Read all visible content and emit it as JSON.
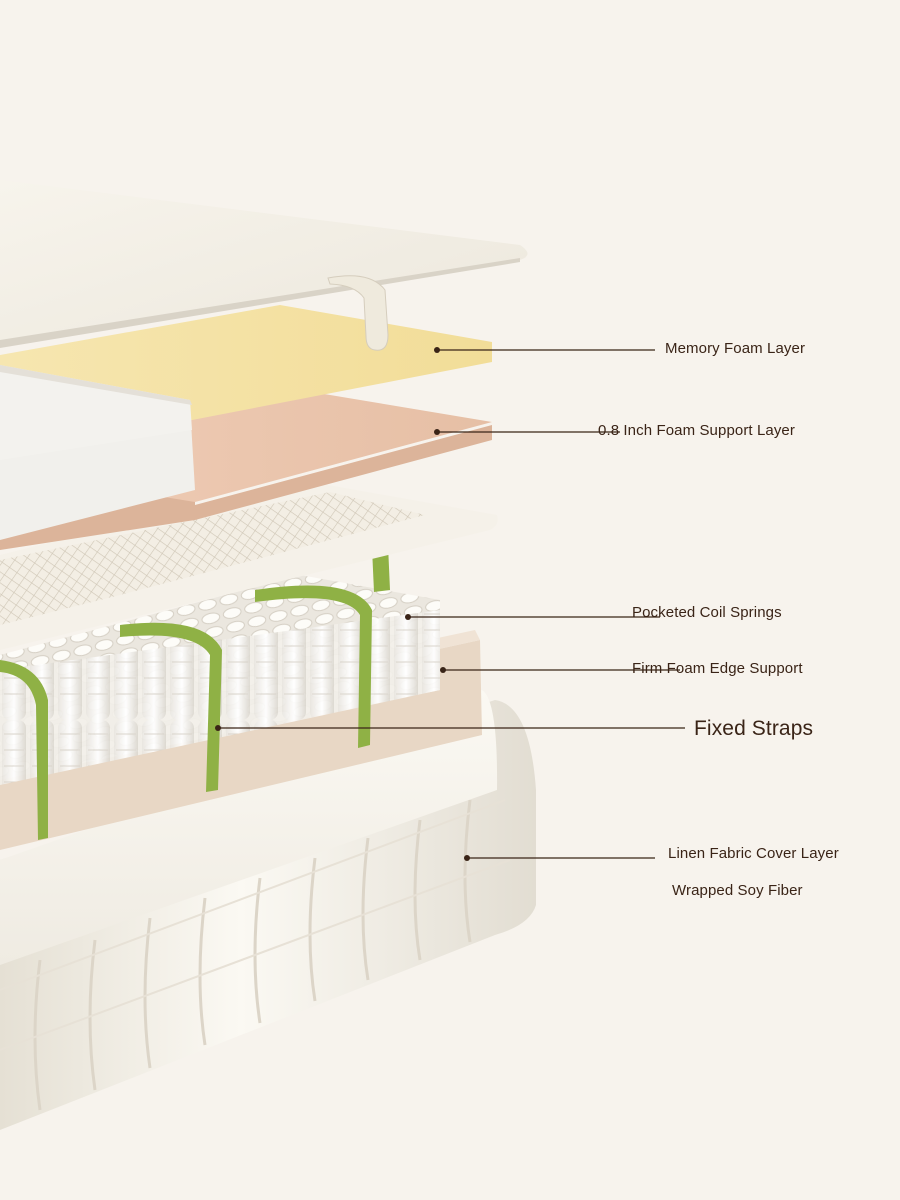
{
  "colors": {
    "background": "#f7f3ed",
    "label_text": "#3a2417",
    "leader_line": "#3a2417",
    "memory_foam": "#f1e0a4",
    "support_foam": "#e7c3ab",
    "mesh": "#efe9de",
    "strap": "#8fb145",
    "edge_foam": "#e8d6c4",
    "cover": "#f4f1e9"
  },
  "labels": {
    "memory_foam": "Memory Foam Layer",
    "support_foam": "0.8 Inch Foam Support Layer",
    "coil_springs": "Pocketed Coil Springs",
    "edge_support": "Firm Foam Edge Support",
    "fixed_straps": "Fixed Straps",
    "linen_cover": "Linen Fabric Cover Layer",
    "soy_fiber": "Wrapped Soy Fiber"
  }
}
